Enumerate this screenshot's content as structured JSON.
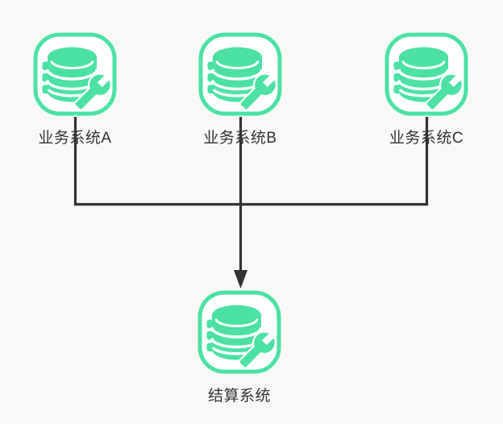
{
  "theme": {
    "bg": "#f8f8f7",
    "accent": "#4be2a4",
    "ink": "#333333",
    "node-fill": "#ffffff"
  },
  "diagram": {
    "type": "flowchart",
    "direction": "top-down",
    "nodes": [
      {
        "id": "business-a",
        "label": "业务系统A",
        "icon": "database-wrench-icon"
      },
      {
        "id": "business-b",
        "label": "业务系统B",
        "icon": "database-wrench-icon"
      },
      {
        "id": "business-c",
        "label": "业务系统C",
        "icon": "database-wrench-icon"
      },
      {
        "id": "settlement",
        "label": "结算系统",
        "icon": "database-wrench-icon"
      }
    ],
    "edges": [
      {
        "from": "business-a",
        "to": "settlement",
        "arrow": false
      },
      {
        "from": "business-b",
        "to": "settlement",
        "arrow": true
      },
      {
        "from": "business-c",
        "to": "settlement",
        "arrow": false
      }
    ]
  }
}
